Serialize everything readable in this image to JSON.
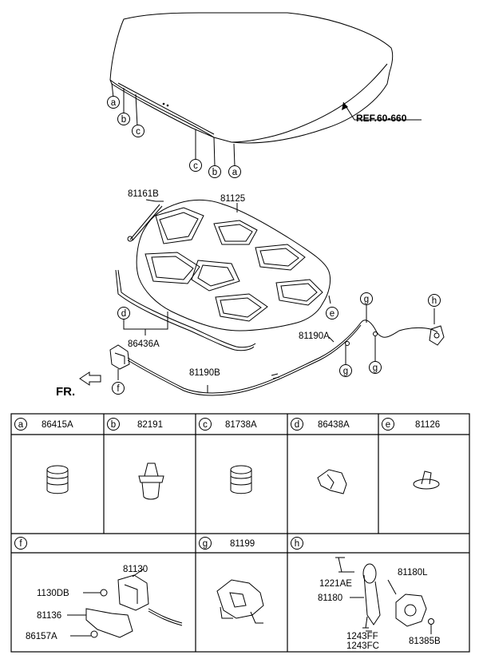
{
  "main_diagram": {
    "ref_label": "REF.60-660",
    "fr_label": "FR.",
    "part_labels": {
      "hinge_stay": "81161B",
      "insulator_pad": "81125",
      "weatherstrip": "86436A",
      "cable_a": "81190A",
      "cable_b": "81190B"
    },
    "callouts": {
      "a": "a",
      "b": "b",
      "c": "c",
      "d": "d",
      "e": "e",
      "f": "f",
      "g": "g",
      "h": "h"
    }
  },
  "parts_table": {
    "row1": [
      {
        "letter": "a",
        "part": "86415A"
      },
      {
        "letter": "b",
        "part": "82191"
      },
      {
        "letter": "c",
        "part": "81738A"
      },
      {
        "letter": "d",
        "part": "86438A"
      },
      {
        "letter": "e",
        "part": "81126"
      }
    ],
    "row2": [
      {
        "letter": "f",
        "part": ""
      },
      {
        "letter": "g",
        "part": "81199"
      },
      {
        "letter": "h",
        "part": ""
      }
    ],
    "latch_labels": {
      "main": "81130",
      "bolt": "1130DB",
      "bracket": "81136",
      "bolt2": "86157A"
    },
    "release_labels": {
      "bolt": "1221AE",
      "lever": "81180",
      "handle": "81180L",
      "screw1": "1243FF",
      "screw2": "1243FC",
      "clip": "81385B"
    }
  }
}
